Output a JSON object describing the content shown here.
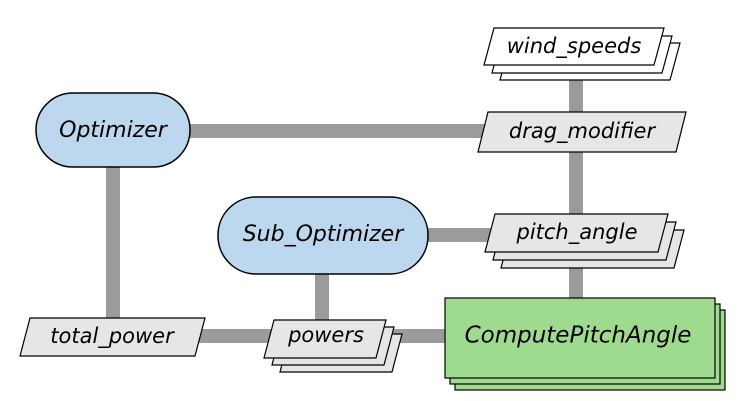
{
  "nodes": {
    "optimizer": "Optimizer",
    "sub_optimizer": "Sub_Optimizer",
    "wind_speeds": "wind_speeds",
    "drag_modifier": "drag_modifier",
    "pitch_angle": "pitch_angle",
    "total_power": "total_power",
    "powers": "powers",
    "compute_pitch_angle": "ComputePitchAngle"
  },
  "colors": {
    "optimizer_fill": "#bcd7ee",
    "variable_fill": "#e6e6e6",
    "component_fill": "#9fdb8f",
    "connector": "#9b9b9b"
  }
}
